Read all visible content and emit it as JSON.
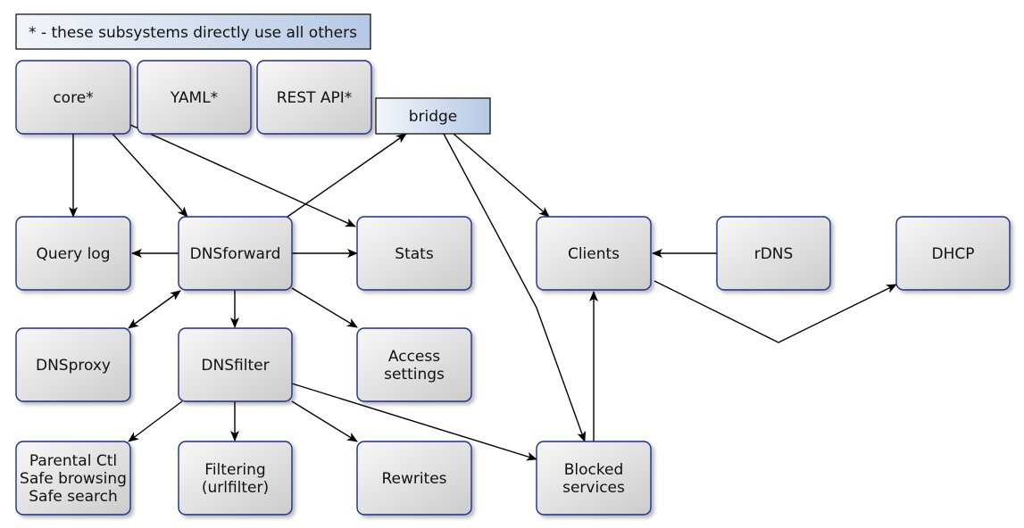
{
  "legend": {
    "text": "* - these subsystems directly use all others"
  },
  "nodes": [
    {
      "id": "core",
      "lines": [
        "core*"
      ]
    },
    {
      "id": "yaml",
      "lines": [
        "YAML*"
      ]
    },
    {
      "id": "rest-api",
      "lines": [
        "REST API*"
      ]
    },
    {
      "id": "bridge",
      "lines": [
        "bridge"
      ]
    },
    {
      "id": "query-log",
      "lines": [
        "Query log"
      ]
    },
    {
      "id": "dnsforward",
      "lines": [
        "DNSforward"
      ]
    },
    {
      "id": "stats",
      "lines": [
        "Stats"
      ]
    },
    {
      "id": "clients",
      "lines": [
        "Clients"
      ]
    },
    {
      "id": "rdns",
      "lines": [
        "rDNS"
      ]
    },
    {
      "id": "dhcp",
      "lines": [
        "DHCP"
      ]
    },
    {
      "id": "dnsproxy",
      "lines": [
        "DNSproxy"
      ]
    },
    {
      "id": "dnsfilter",
      "lines": [
        "DNSfilter"
      ]
    },
    {
      "id": "access-settings",
      "lines": [
        "Access",
        "settings"
      ]
    },
    {
      "id": "parental",
      "lines": [
        "Parental Ctl",
        "Safe browsing",
        "Safe search"
      ]
    },
    {
      "id": "filtering",
      "lines": [
        "Filtering",
        "(urlfilter)"
      ]
    },
    {
      "id": "rewrites",
      "lines": [
        "Rewrites"
      ]
    },
    {
      "id": "blocked-services",
      "lines": [
        "Blocked",
        "services"
      ]
    }
  ],
  "edges": [
    {
      "from": "core",
      "to": "query-log"
    },
    {
      "from": "core",
      "to": "dnsforward"
    },
    {
      "from": "core",
      "to": "stats"
    },
    {
      "from": "dnsforward",
      "to": "bridge"
    },
    {
      "from": "bridge",
      "to": "clients"
    },
    {
      "from": "bridge",
      "to": "blocked-services"
    },
    {
      "from": "dnsforward",
      "to": "query-log"
    },
    {
      "from": "dnsforward",
      "to": "stats"
    },
    {
      "from": "dnsforward",
      "to": "dnsproxy",
      "bidirectional": true
    },
    {
      "from": "dnsforward",
      "to": "dnsfilter"
    },
    {
      "from": "dnsforward",
      "to": "access-settings"
    },
    {
      "from": "rdns",
      "to": "clients"
    },
    {
      "from": "clients",
      "to": "dhcp"
    },
    {
      "from": "blocked-services",
      "to": "clients"
    },
    {
      "from": "dnsfilter",
      "to": "parental"
    },
    {
      "from": "dnsfilter",
      "to": "filtering"
    },
    {
      "from": "dnsfilter",
      "to": "rewrites"
    },
    {
      "from": "dnsfilter",
      "to": "blocked-services"
    }
  ],
  "colors": {
    "box_border": "#1f2f8f",
    "box_fill_light": "#f7f7f7",
    "box_fill_dark": "#cfcfcf",
    "header_fill_light": "#f2f5fb",
    "header_fill_dark": "#b9cce6",
    "edge": "#000000"
  }
}
